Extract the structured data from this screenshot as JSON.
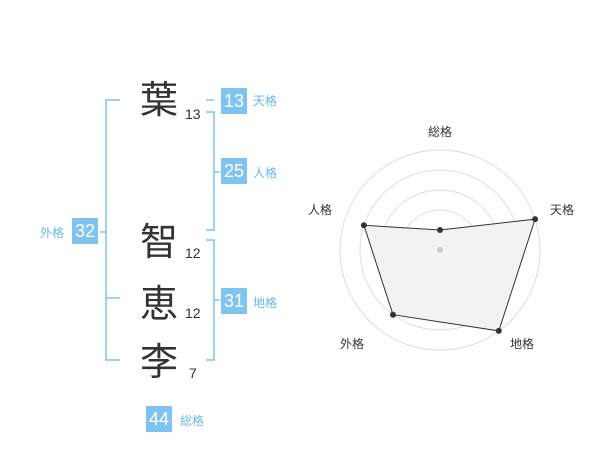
{
  "name": {
    "chars": [
      {
        "char": "葉",
        "strokes": "13"
      },
      {
        "char": "智",
        "strokes": "12"
      },
      {
        "char": "恵",
        "strokes": "12"
      },
      {
        "char": "李",
        "strokes": "7"
      }
    ]
  },
  "kakusu": {
    "tenkaku": {
      "value": "13",
      "label": "天格"
    },
    "jinkaku": {
      "value": "25",
      "label": "人格"
    },
    "chikaku": {
      "value": "31",
      "label": "地格"
    },
    "gaikaku": {
      "value": "32",
      "label": "外格"
    },
    "soukaku": {
      "value": "44",
      "label": "総格"
    }
  },
  "colors": {
    "accent": "#7fc4f1",
    "accent_text": "#6ab6ea",
    "bracket": "#7fc4f1",
    "radar_fill": "#f2f2f2",
    "radar_line": "#333333",
    "radar_grid": "#dddddd"
  },
  "chart_data": {
    "type": "radar",
    "axes": [
      "総格",
      "天格",
      "地格",
      "外格",
      "人格"
    ],
    "values": [
      1,
      5,
      5,
      4,
      4
    ],
    "rlim": [
      0,
      5
    ],
    "grid_rings": 5
  }
}
